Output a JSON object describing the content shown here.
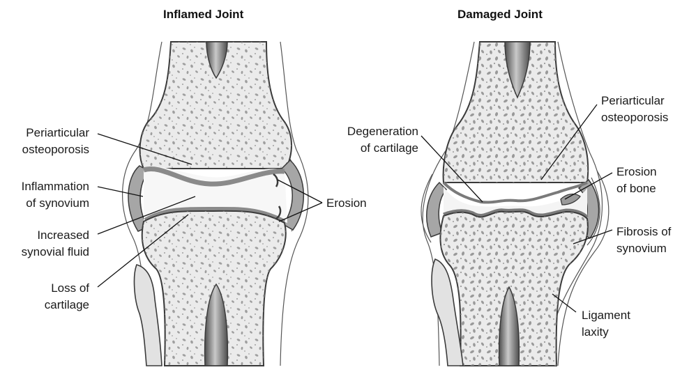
{
  "titles": {
    "left": "Inflamed Joint",
    "right": "Damaged Joint"
  },
  "left_labels": {
    "periarticular_1": "Periarticular",
    "periarticular_2": "osteoporosis",
    "inflammation_1": "Inflammation",
    "inflammation_2": "of synovium",
    "increased_1": "Increased",
    "increased_2": "synovial fluid",
    "loss_1": "Loss of",
    "loss_2": "cartilage",
    "erosion": "Erosion"
  },
  "right_labels": {
    "degeneration_1": "Degeneration",
    "degeneration_2": "of cartilage",
    "periarticular_1": "Periarticular",
    "periarticular_2": "osteoporosis",
    "erosion_bone_1": "Erosion",
    "erosion_bone_2": "of bone",
    "fibrosis_1": "Fibrosis of",
    "fibrosis_2": "synovium",
    "ligament_1": "Ligament",
    "ligament_2": "laxity"
  },
  "colors": {
    "bone_fill": "#ebebeb",
    "marrow_dot": "#8c8c8c",
    "cartilage": "#d2d2d2",
    "synovium": "#a6a6a6",
    "fluid": "#f7f7f7",
    "medulla": "#6f6f6f",
    "outline": "#3a3a3a"
  }
}
